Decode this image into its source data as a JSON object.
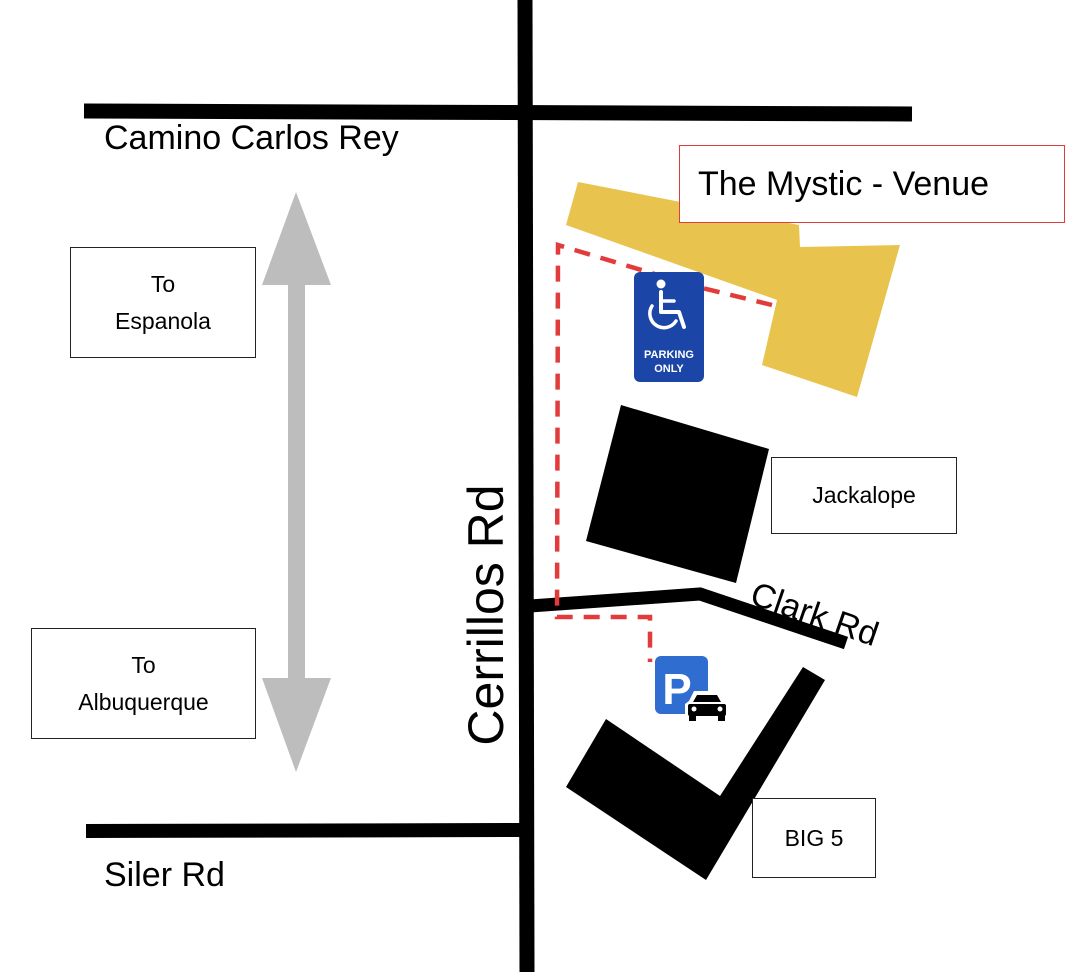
{
  "streets": {
    "camino": "Camino Carlos Rey",
    "siler": "Siler Rd",
    "cerrillos": "Cerrillos Rd",
    "clark": "Clark Rd"
  },
  "venue": {
    "label": "The Mystic - Venue",
    "color": "#e8c44e",
    "border_color": "#e23b3b"
  },
  "directions": {
    "north_line1": "To",
    "north_line2": "Espanola",
    "south_line1": "To",
    "south_line2": "Albuquerque"
  },
  "buildings": {
    "jackalope": "Jackalope",
    "big5": "BIG 5"
  },
  "accessible_sign": {
    "line1": "PARKING",
    "line2": "ONLY",
    "color": "#1b45a6"
  },
  "parking_sign": {
    "letter": "P",
    "color": "#2f6dd1"
  },
  "route": {
    "color": "#e23b3b"
  },
  "icons": [
    "wheelchair-icon",
    "parking-icon",
    "car-icon",
    "double-arrow-icon"
  ]
}
